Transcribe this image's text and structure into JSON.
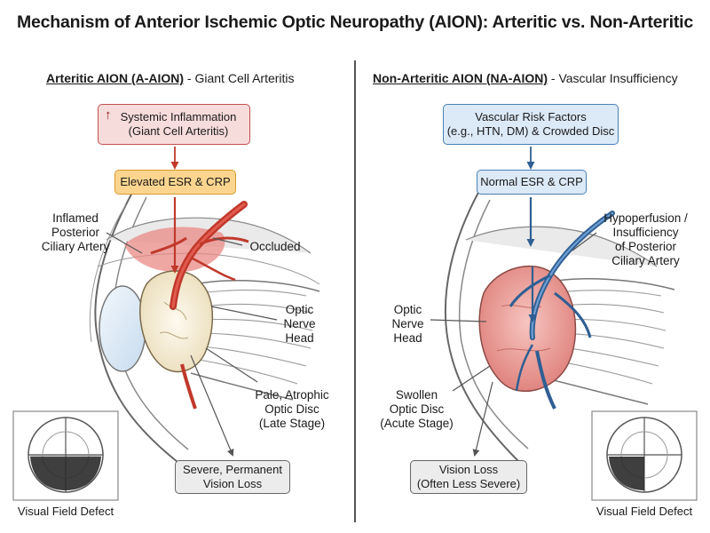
{
  "title": "Mechanism of Anterior Ischemic Optic Neuropathy (AION): Arteritic vs. Non-Arteritic",
  "left": {
    "heading_bold": "Arteritic AION (A-AION)",
    "heading_rest": " - Giant Cell Arteritis",
    "box1_line1": "Systemic Inflammation",
    "box1_line2": "(Giant Cell Arteritis)",
    "box1_icon": "arrow-up-icon",
    "box2": "Elevated ESR & CRP",
    "label_artery_1": "Inflamed",
    "label_artery_2": "Posterior",
    "label_artery_3": "Ciliary Artery",
    "label_occluded": "Occluded",
    "label_onh_1": "Optic",
    "label_onh_2": "Nerve",
    "label_onh_3": "Head",
    "label_disc_1": "Pale, Atrophic",
    "label_disc_2": "Optic Disc",
    "label_disc_3": "(Late Stage)",
    "outcome_1": "Severe, Permanent",
    "outcome_2": "Vision Loss",
    "vf_caption": "Visual Field Defect",
    "colors": {
      "box1_fill": "#f7dcdc",
      "box1_border": "#c0504d",
      "box2_fill": "#fbd58f",
      "box2_border": "#d99a2b",
      "artery": "#c0392b"
    }
  },
  "right": {
    "heading_bold": "Non-Arteritic AION (NA-AION)",
    "heading_rest": " - Vascular Insufficiency",
    "box1_line1": "Vascular Risk Factors",
    "box1_line2": "(e.g., HTN, DM) & Crowded Disc",
    "box2": "Normal ESR & CRP",
    "label_hypo_1": "Hypoperfusion /",
    "label_hypo_2": "Insufficiency",
    "label_hypo_3": "of Posterior",
    "label_hypo_4": "Ciliary Artery",
    "label_onh_1": "Optic",
    "label_onh_2": "Nerve",
    "label_onh_3": "Head",
    "label_disc_1": "Swollen",
    "label_disc_2": "Optic Disc",
    "label_disc_3": "(Acute Stage)",
    "outcome_1": "Vision Loss",
    "outcome_2": "(Often Less Severe)",
    "vf_caption": "Visual Field Defect",
    "colors": {
      "box_fill": "#dce9f7",
      "box_border": "#4a7fb5",
      "vessel": "#2f5f93"
    }
  }
}
